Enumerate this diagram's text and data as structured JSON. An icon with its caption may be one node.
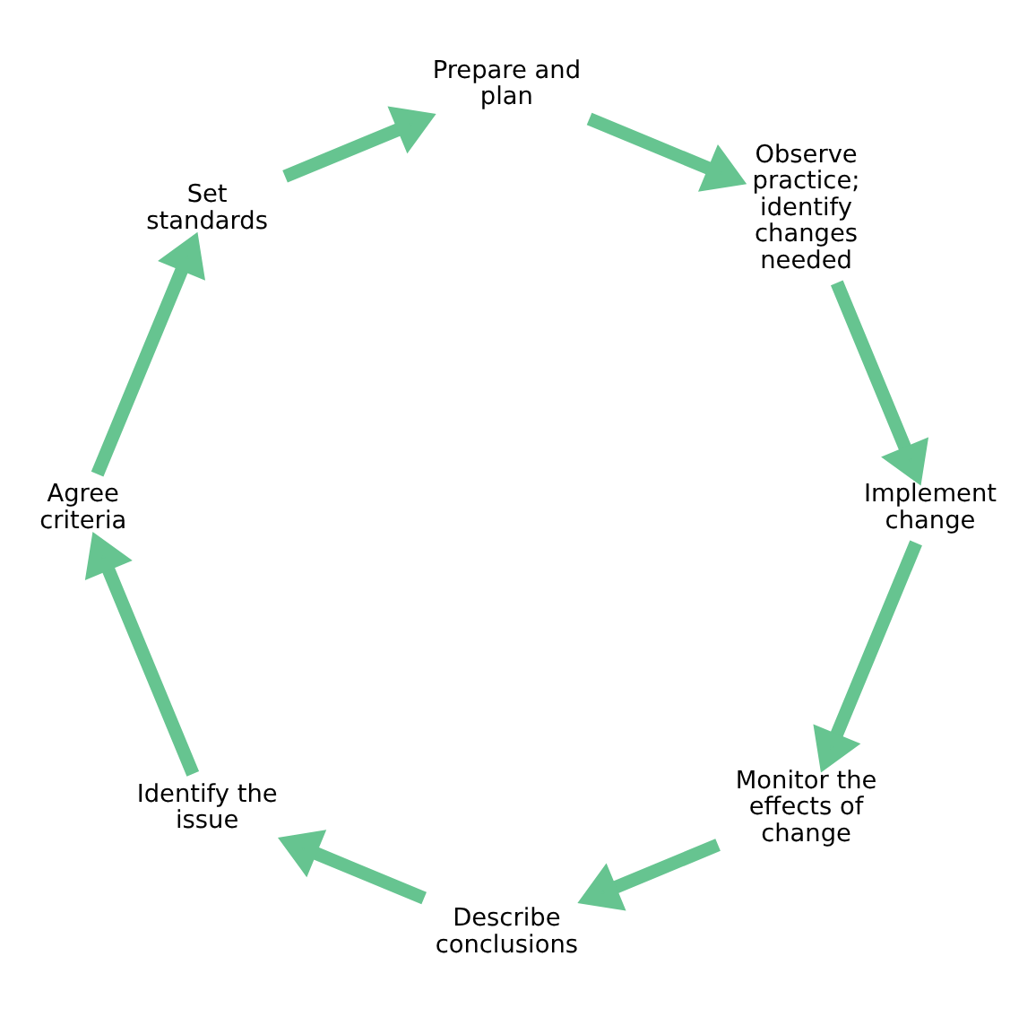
{
  "diagram": {
    "nodes": [
      {
        "text": [
          "Describe conclusions"
        ]
      },
      {
        "text": [
          "Identify the issue"
        ]
      },
      {
        "text": [
          "Agree criteria"
        ]
      },
      {
        "text": [
          "Set standards"
        ]
      },
      {
        "text": [
          "Prepare and plan"
        ]
      },
      {
        "text": [
          "Observe practice; identify changes needed"
        ]
      },
      {
        "text": [
          "Implement change"
        ]
      },
      {
        "text": [
          "Monitor the effects of change"
        ]
      }
    ],
    "edges": [
      {
        "from": 0,
        "to": 1,
        "arrow": "to"
      },
      {
        "from": 1,
        "to": 2,
        "arrow": "to"
      },
      {
        "from": 2,
        "to": 3,
        "arrow": "to"
      },
      {
        "from": 3,
        "to": 4,
        "arrow": "to"
      },
      {
        "from": 4,
        "to": 5,
        "arrow": "to"
      },
      {
        "from": 5,
        "to": 6,
        "arrow": "to"
      },
      {
        "from": 6,
        "to": 7,
        "arrow": "to"
      },
      {
        "from": 7,
        "to": 0,
        "arrow": "to"
      }
    ]
  }
}
